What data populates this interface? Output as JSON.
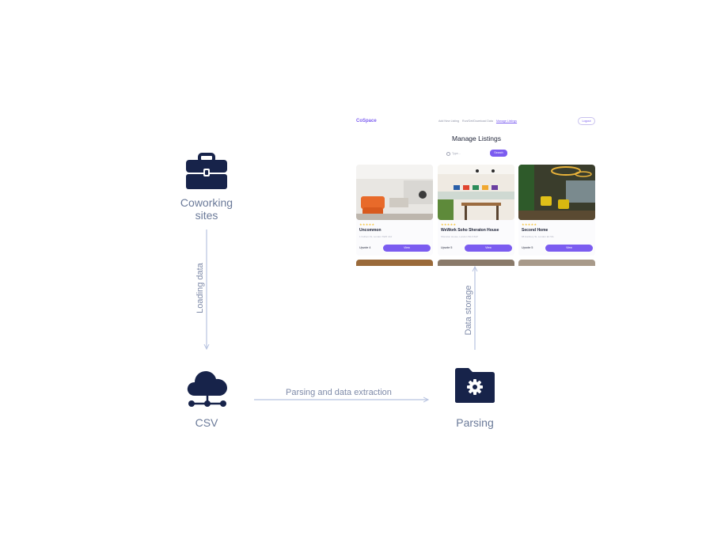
{
  "nodes": {
    "coworking": {
      "label_line1": "Coworking",
      "label_line2": "sites",
      "icon": "briefcase-icon"
    },
    "csv": {
      "label": "CSV",
      "icon": "cloud-network-icon"
    },
    "parsing": {
      "label": "Parsing",
      "icon": "folder-gear-icon"
    }
  },
  "edges": {
    "loading": "Loading data",
    "parsing_extraction": "Parsing and data extraction",
    "storage": "Data storage"
  },
  "app": {
    "logo": "CoSpace",
    "nav": [
      "Add New Listing",
      "Run/Get/Download Data",
      "Manage Listings"
    ],
    "logout": "Logout",
    "title": "Manage Listings",
    "search_placeholder": "Type...",
    "search_button": "Search",
    "cards": [
      {
        "name": "Uncommon",
        "address": "1 Fulham St, London SW6 4AJ",
        "upvote": "Upvote",
        "votes": "4",
        "view": "View",
        "stars": "★★★★★"
      },
      {
        "name": "WeWork Soho Sheraton House",
        "address": "Sheraton House, London W1F 8AP",
        "upvote": "Upvote",
        "votes": "5",
        "view": "View",
        "stars": "★★★★★"
      },
      {
        "name": "Second Home",
        "address": "68 Hanbury St, London E1 5JL",
        "upvote": "Upvote",
        "votes": "5",
        "view": "View",
        "stars": "★★★★★"
      }
    ]
  },
  "colors": {
    "icon": "#17234a",
    "arrow": "#b7c3e0",
    "label": "#6b7a99",
    "accent": "#7b5cf0"
  }
}
